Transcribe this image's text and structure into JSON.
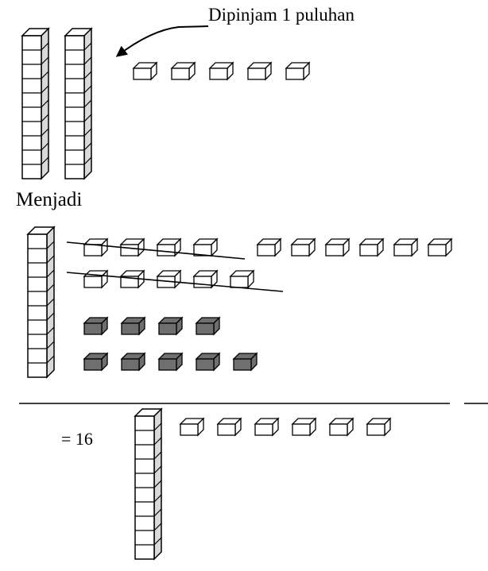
{
  "labels": {
    "borrow": "Dipinjam    1 puluhan",
    "becomes": "Menjadi",
    "result": "= 16"
  },
  "colors": {
    "stroke": "#000000",
    "rod_side": "#d9d9d9",
    "unit_fill": "#ffffff",
    "shaded_fill": "#6f6f6f"
  },
  "values": {
    "top_tens_rods": 2,
    "top_units": 5,
    "middle_tens_rods": 1,
    "middle_units": 6,
    "crossed_units_row1": 4,
    "crossed_units_row2": 5,
    "shaded_units_row1": 4,
    "shaded_units_row2": 5,
    "result_tens_rods": 1,
    "result_units": 6
  }
}
